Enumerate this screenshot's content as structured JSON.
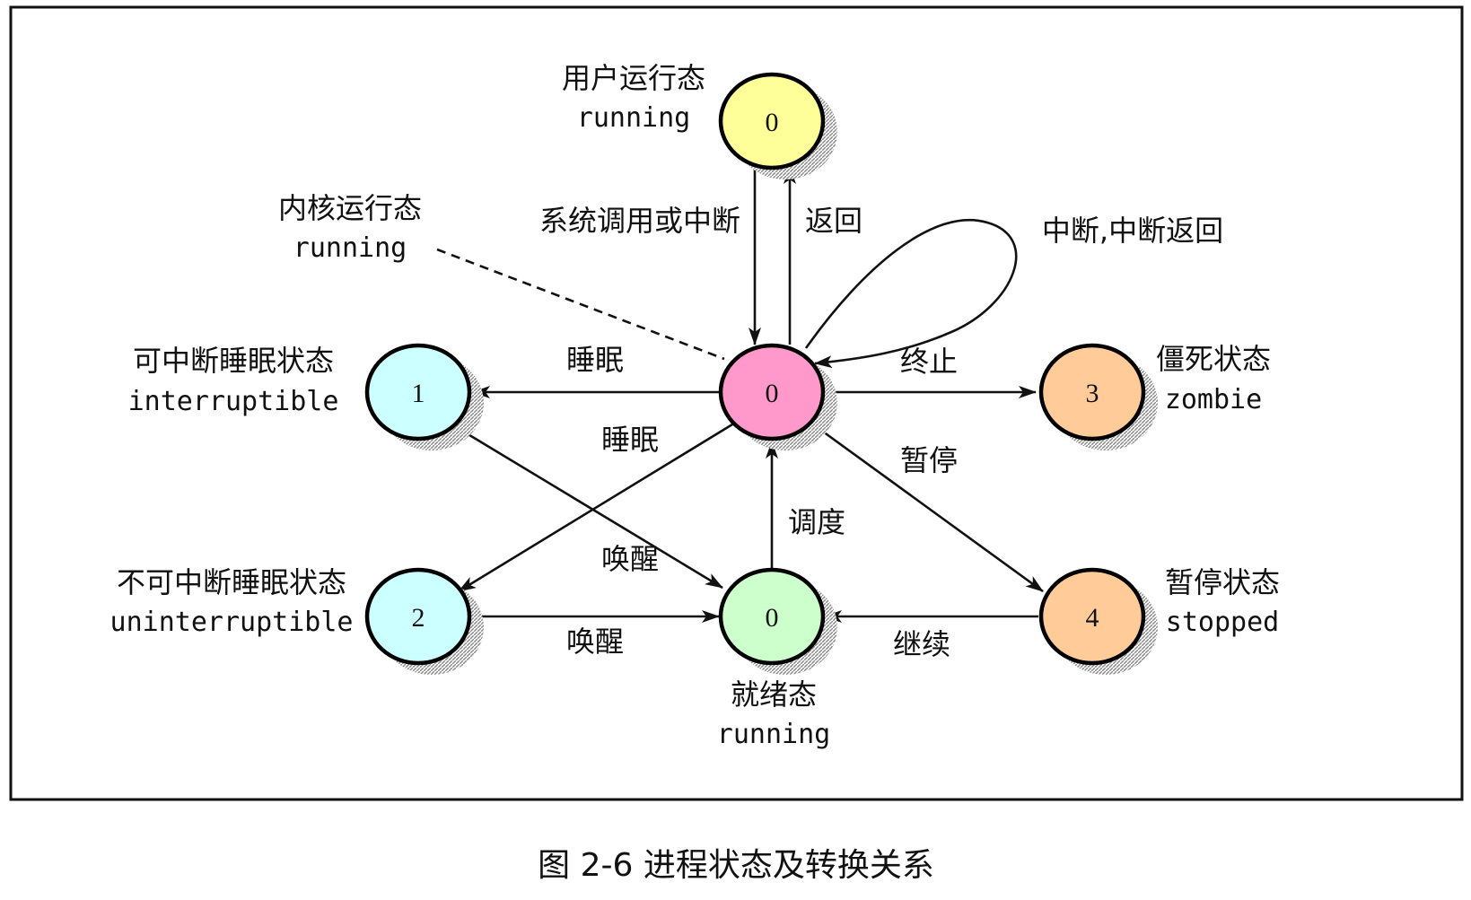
{
  "nodes": {
    "user_running": {
      "num": "0",
      "label_cn": "用户运行态",
      "label_en": "running",
      "color": "#ffff99"
    },
    "kernel_running": {
      "num": "0",
      "label_cn": "内核运行态",
      "label_en": "running",
      "color": "#ff99cc"
    },
    "interruptible": {
      "num": "1",
      "label_cn": "可中断睡眠状态",
      "label_en": "interruptible",
      "color": "#ccffff"
    },
    "uninterruptible": {
      "num": "2",
      "label_cn": "不可中断睡眠状态",
      "label_en": "uninterruptible",
      "color": "#ccffff"
    },
    "ready": {
      "num": "0",
      "label_cn": "就绪态",
      "label_en": "running",
      "color": "#ccffcc"
    },
    "zombie": {
      "num": "3",
      "label_cn": "僵死状态",
      "label_en": "zombie",
      "color": "#ffcc99"
    },
    "stopped": {
      "num": "4",
      "label_cn": "暂停状态",
      "label_en": "stopped",
      "color": "#ffcc99"
    }
  },
  "edges": {
    "syscall": "系统调用或中断",
    "return": "返回",
    "interrupt_loop": "中断,中断返回",
    "sleep_interruptible": "睡眠",
    "sleep_uninterruptible": "睡眠",
    "terminate": "终止",
    "pause": "暂停",
    "schedule": "调度",
    "wakeup_interruptible": "唤醒",
    "wakeup_uninterruptible": "唤醒",
    "continue": "继续"
  },
  "caption": "图 2-6 进程状态及转换关系"
}
